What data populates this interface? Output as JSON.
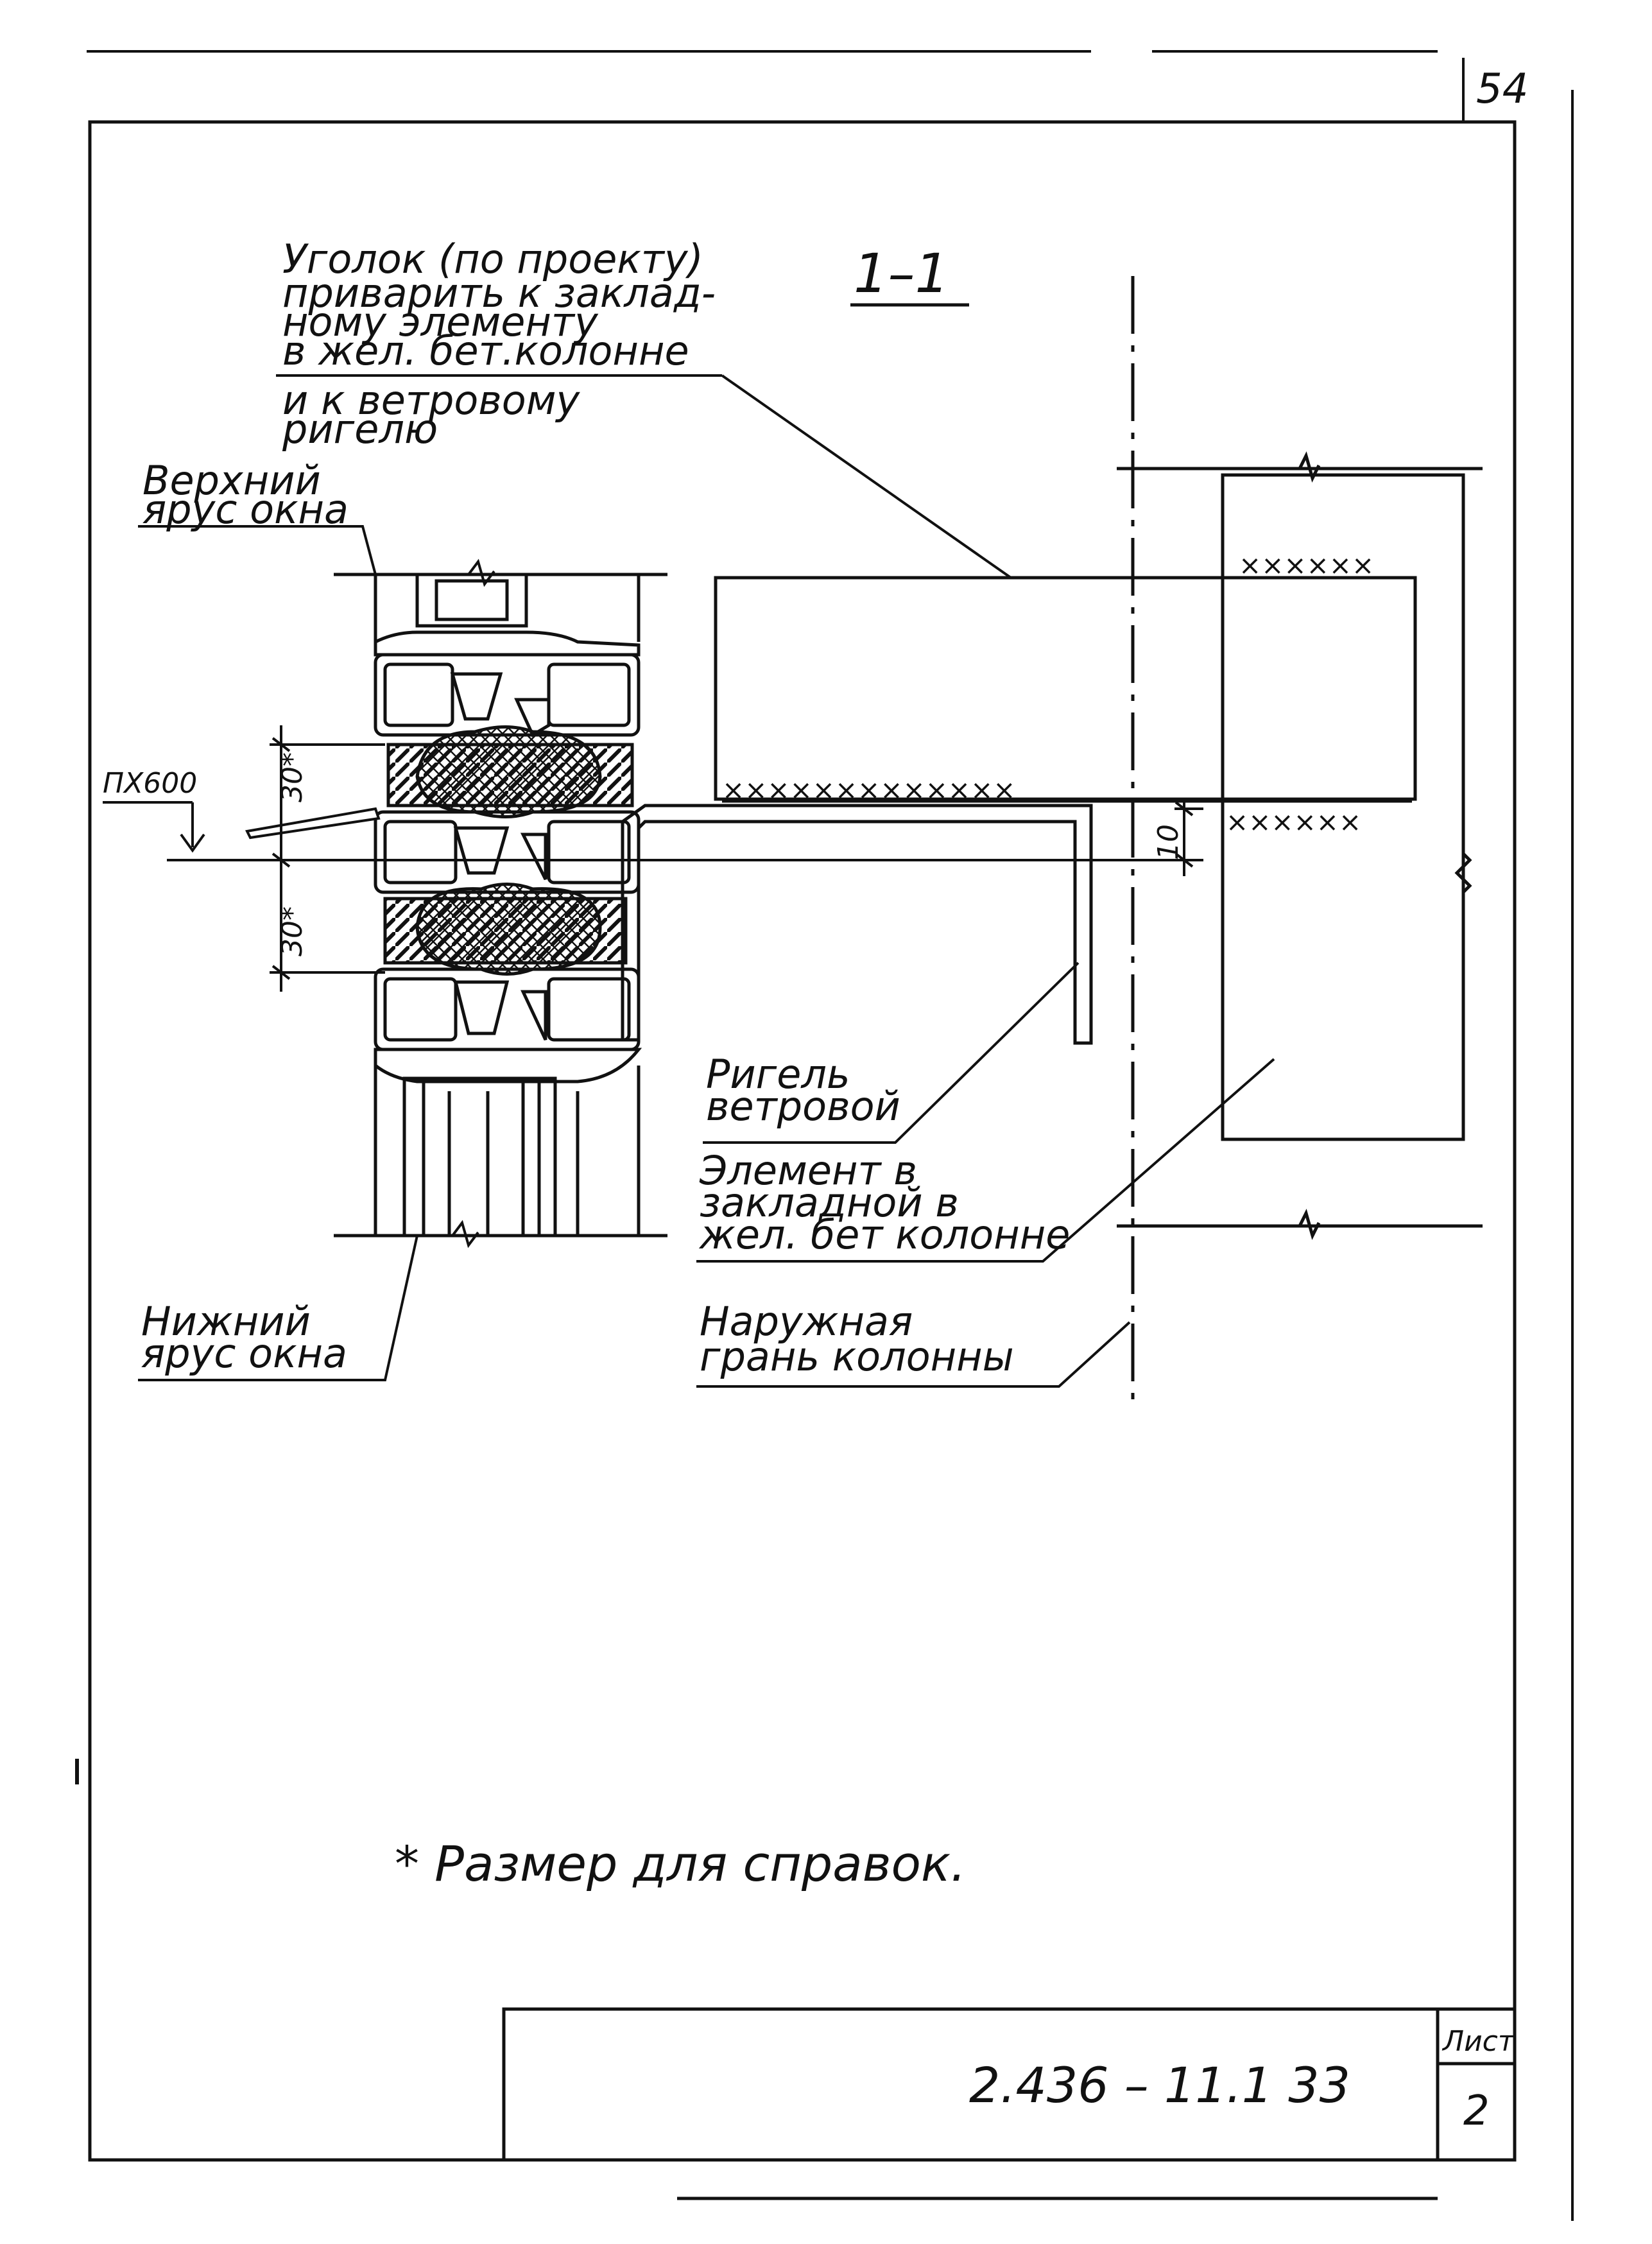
{
  "page_number": "54",
  "section_title": "1–1",
  "labels": {
    "corner_l1": "Уголок (по проекту)",
    "corner_l2": "приварить к заклад-",
    "corner_l3": "ному элементу",
    "corner_l4": "в жел. бет.колонне",
    "corner_l5": "и к ветровому",
    "corner_l6": "ригелю",
    "upper_l1": "Верхний",
    "upper_l2": "ярус окна",
    "lower_l1": "Нижний",
    "lower_l2": "ярус окна",
    "rigel_l1": "Ригель",
    "rigel_l2": "ветровой",
    "embed_l1": "Элемент в",
    "embed_l2": "закладной в",
    "embed_l3": "жел. бет колонне",
    "face_l1": "Наружная",
    "face_l2": "грань колонны",
    "plate": "ПХ600"
  },
  "dimensions": {
    "d1": "30*",
    "d2": "30*",
    "d3": "10"
  },
  "note": "* Размер для справок.",
  "title_block": {
    "doc_code": "2.436 – 11.1 33",
    "sheet_label": "Лист",
    "sheet_number": "2"
  }
}
